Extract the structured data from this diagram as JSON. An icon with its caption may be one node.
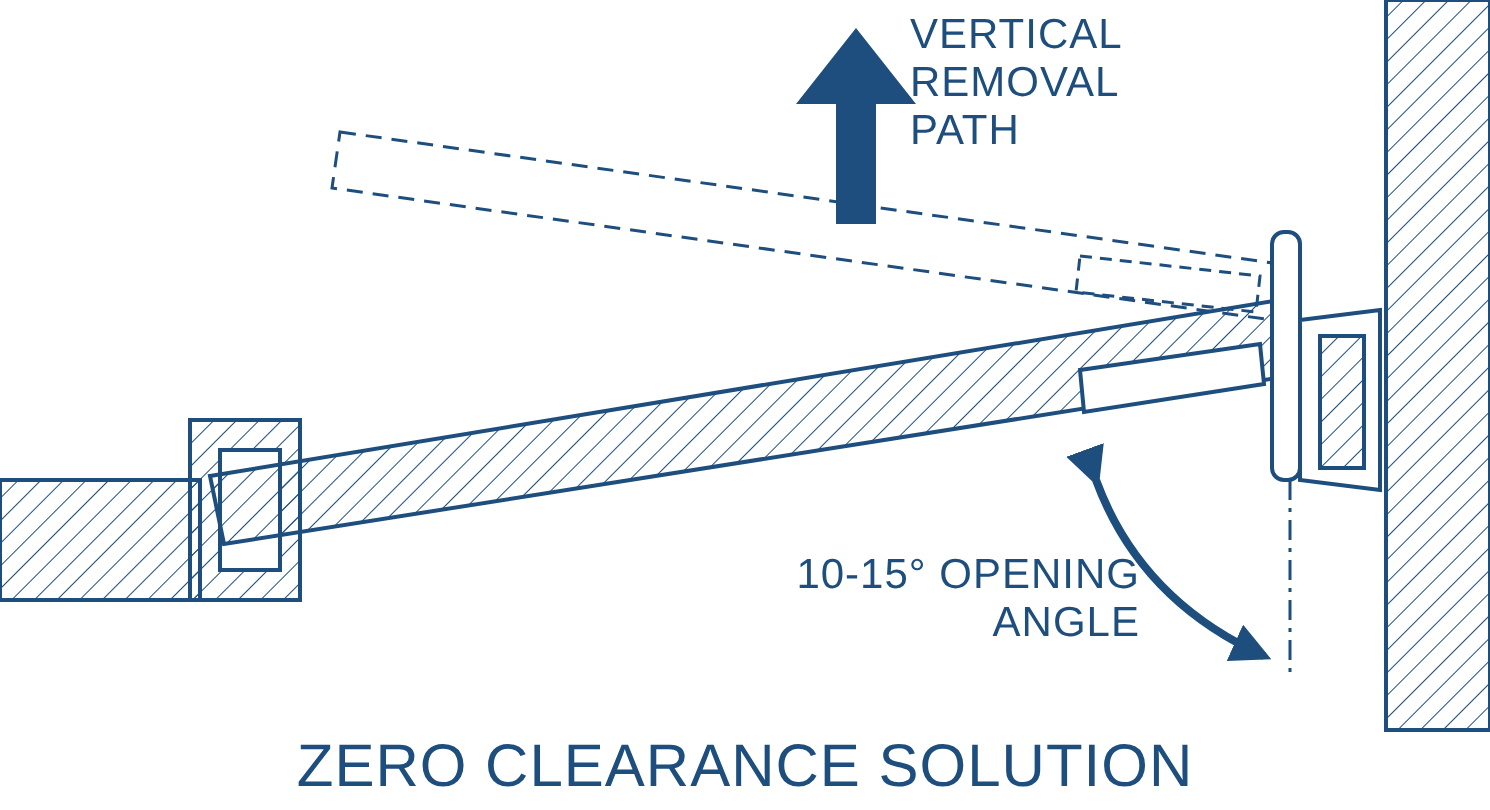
{
  "diagram": {
    "caption": "ZERO CLEARANCE SOLUTION",
    "labels": [
      "VERTICAL REMOVAL PATH",
      "10-15° OPENING ANGLE"
    ]
  }
}
